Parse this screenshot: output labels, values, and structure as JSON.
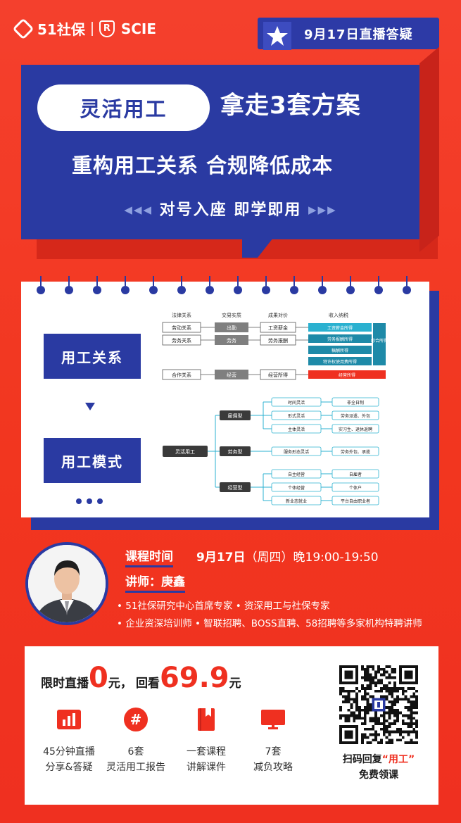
{
  "brand": {
    "name": "51社保",
    "partner": "SCIE"
  },
  "badge": {
    "text": "9月17日直播答疑"
  },
  "hero": {
    "pill": "灵活用工",
    "headline": "拿走3套方案",
    "sub1": "重构用工关系 合规降低成本",
    "sub2": "对号入座  即学即用",
    "arrows_left": "◀◀◀",
    "arrows_right": "▶▶▶"
  },
  "notebook": {
    "tag1": "用工关系",
    "tag2": "用工模式",
    "rel": {
      "headers": [
        "法律关系",
        "交易实质",
        "成果对价",
        "收入纳税"
      ],
      "rows": [
        {
          "law": "劳动关系",
          "deal": "出勤",
          "price": "工资薪金"
        },
        {
          "law": "劳务关系",
          "deal": "劳务",
          "price": "劳务报酬"
        },
        {
          "law": "合作关系",
          "deal": "经营",
          "price": "经营所得"
        }
      ],
      "tax": [
        "工资薪金所得",
        "劳务报酬所得",
        "稿酬所得",
        "特许权使用费所得",
        "经营所得"
      ],
      "combined": "综合所得"
    },
    "mode": {
      "root": "灵活用工",
      "types": [
        "雇佣型",
        "劳务型",
        "经营型"
      ],
      "hire_items": [
        "时间灵活",
        "形式灵活",
        "主体灵活"
      ],
      "hire_results": [
        "非全日制",
        "劳务派遣、外包",
        "实习生、退休返聘"
      ],
      "labor_items": [
        "服务形态灵活"
      ],
      "labor_results": [
        "劳务外包、承揽"
      ],
      "biz_items": [
        "自主经营",
        "个体经营",
        "新业态就业"
      ],
      "biz_results": [
        "自雇者",
        "个体户",
        "平台自由职业者"
      ]
    }
  },
  "course": {
    "time_label": "课程时间",
    "time_date": "9月17日",
    "time_rest": "（周四）晚19:00-19:50",
    "teacher": "讲师：庚鑫",
    "bio1": "• 51社保研究中心首席专家  • 资深用工与社保专家",
    "bio2": "• 企业资深培训师 • 智联招聘、BOSS直聘、58招聘等多家机构特聘讲师"
  },
  "offer": {
    "live_label": "限时直播",
    "live_price": "0",
    "unit1": "元，",
    "replay_label": "回看",
    "replay_price": "69.9",
    "unit2": "元",
    "features": [
      {
        "icon": "chart-icon",
        "line1": "45分钟直播",
        "line2": "分享&答疑"
      },
      {
        "icon": "hash-icon",
        "line1": "6套",
        "line2": "灵活用工报告"
      },
      {
        "icon": "book-icon",
        "line1": "一套课程",
        "line2": "讲解课件"
      },
      {
        "icon": "monitor-icon",
        "line1": "7套",
        "line2": "减负攻略"
      }
    ],
    "qr_pre": "扫码回复",
    "qr_key": "“用工”",
    "qr_line2": "免费领课"
  },
  "colors": {
    "red": "#f2361f",
    "blue": "#2a3aa2",
    "white": "#ffffff"
  }
}
